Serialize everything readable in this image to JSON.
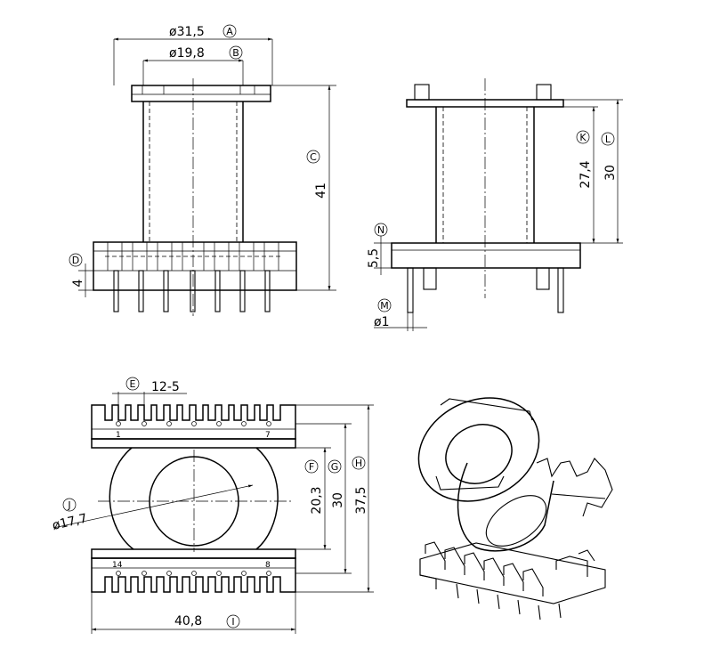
{
  "dimensions": {
    "A": "ø31,5",
    "B": "ø19,8",
    "C": "41",
    "D": "4",
    "E": "12-5",
    "F": "20,3",
    "G": "30",
    "H": "37,5",
    "I": "40,8",
    "J": "ø17,7",
    "K": "27,4",
    "L": "30",
    "M": "ø1",
    "N": "5,5"
  },
  "callouts": [
    "A",
    "B",
    "C",
    "D",
    "E",
    "F",
    "G",
    "H",
    "I",
    "J",
    "K",
    "L",
    "M",
    "N"
  ],
  "pin_labels": {
    "top_left": "1",
    "top_right": "7",
    "bottom_left": "14",
    "bottom_right": "8"
  }
}
